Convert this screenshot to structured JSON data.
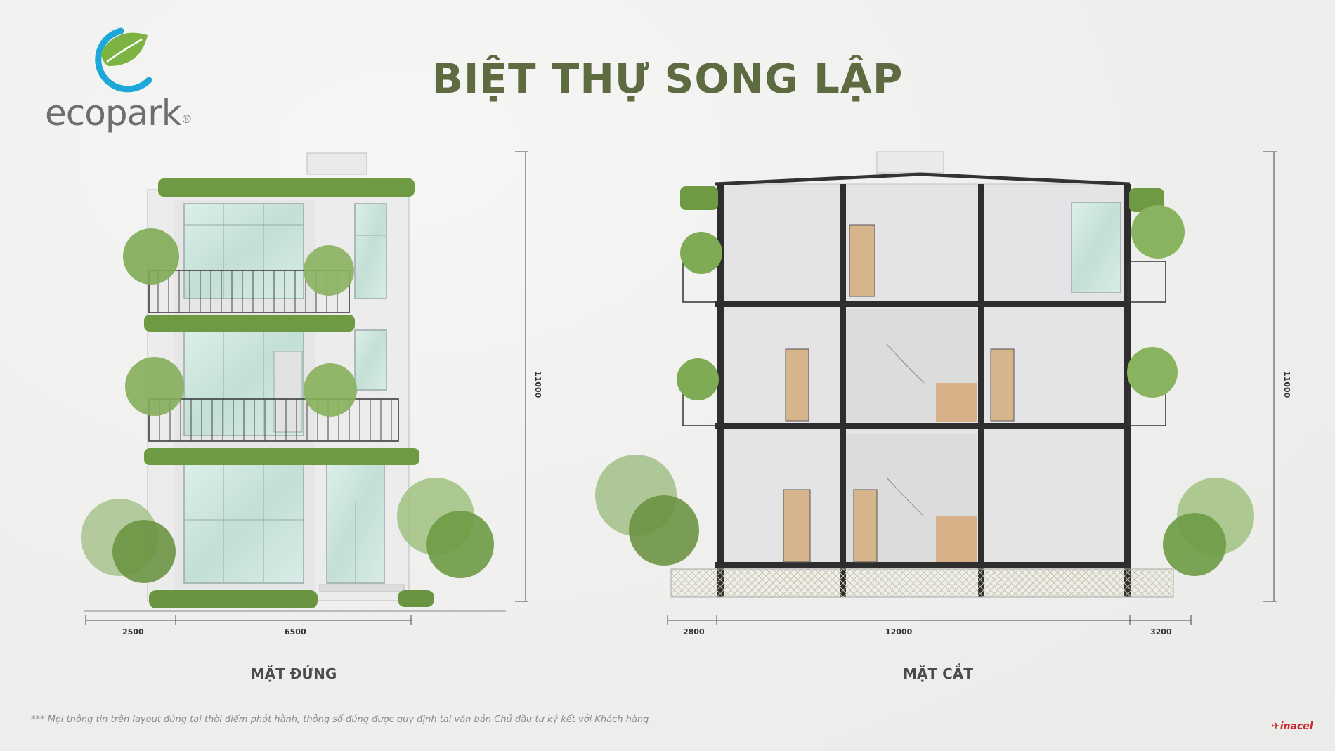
{
  "logo": {
    "text": "ecopark",
    "reg": "®"
  },
  "title": "BIỆT THỰ SONG LẬP",
  "elevation": {
    "caption": "MẶT ĐỨNG",
    "dims": [
      "2500",
      "6500"
    ],
    "height": "11000"
  },
  "section": {
    "caption": "MẶT CẮT",
    "dims": [
      "2800",
      "12000",
      "3200"
    ],
    "height": "11000"
  },
  "note": "*** Mọi thông tin trên layout đúng tại thời điểm phát hành, thông số đúng được quy định tại văn bản Chủ đầu tư ký kết với Khách hàng",
  "brand": "inacel",
  "colors": {
    "title": "#5e6a40",
    "logo_green": "#7cb342",
    "logo_blue": "#1ea7d9",
    "glass": "#cfe6df",
    "wall": "#e4e4e6",
    "foliage": "#6e9a44"
  }
}
